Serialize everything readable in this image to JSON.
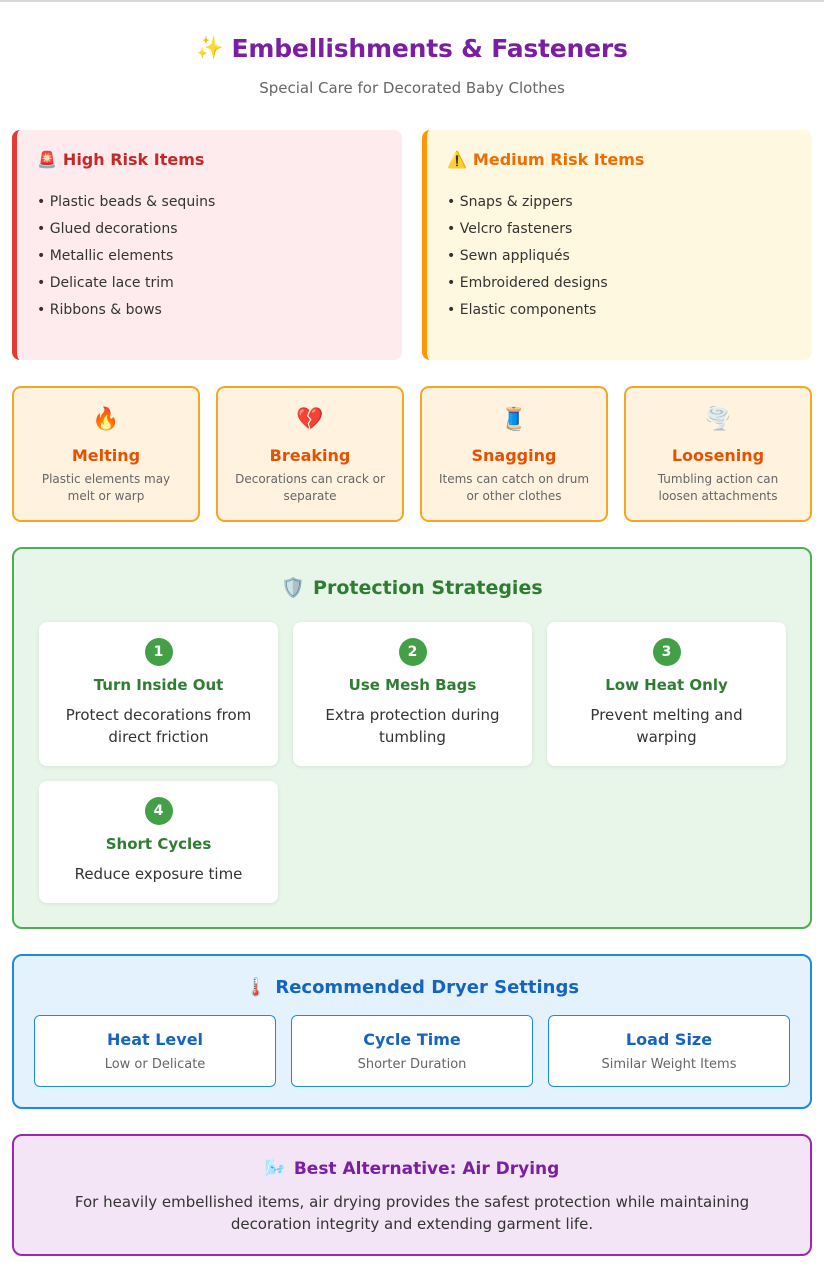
{
  "header": {
    "icon": "✨",
    "title": "Embellishments & Fasteners",
    "subtitle": "Special Care for Decorated Baby Clothes"
  },
  "risks": {
    "high": {
      "icon": "🚨",
      "title": "High Risk Items",
      "items": [
        "Plastic beads & sequins",
        "Glued decorations",
        "Metallic elements",
        "Delicate lace trim",
        "Ribbons & bows"
      ]
    },
    "medium": {
      "icon": "⚠️",
      "title": "Medium Risk Items",
      "items": [
        "Snaps & zippers",
        "Velcro fasteners",
        "Sewn appliqués",
        "Embroidered designs",
        "Elastic components"
      ]
    }
  },
  "effects": [
    {
      "icon": "🔥",
      "name": "Melting",
      "desc": "Plastic elements may melt or warp"
    },
    {
      "icon": "💔",
      "name": "Breaking",
      "desc": "Decorations can crack or separate"
    },
    {
      "icon": "🧵",
      "name": "Snagging",
      "desc": "Items can catch on drum or other clothes"
    },
    {
      "icon": "🌪️",
      "name": "Loosening",
      "desc": "Tumbling action can loosen attachments"
    }
  ],
  "strategies": {
    "icon": "🛡️",
    "title": "Protection Strategies",
    "items": [
      {
        "num": "1",
        "name": "Turn Inside Out",
        "desc": "Protect decorations from direct friction"
      },
      {
        "num": "2",
        "name": "Use Mesh Bags",
        "desc": "Extra protection during tumbling"
      },
      {
        "num": "3",
        "name": "Low Heat Only",
        "desc": "Prevent melting and warping"
      },
      {
        "num": "4",
        "name": "Short Cycles",
        "desc": "Reduce exposure time"
      }
    ]
  },
  "dryer": {
    "icon": "🌡️",
    "title": "Recommended Dryer Settings",
    "settings": [
      {
        "name": "Heat Level",
        "value": "Low or Delicate"
      },
      {
        "name": "Cycle Time",
        "value": "Shorter Duration"
      },
      {
        "name": "Load Size",
        "value": "Similar Weight Items"
      }
    ]
  },
  "alternative": {
    "icon": "🌬️",
    "title": "Best Alternative: Air Drying",
    "text": "For heavily embellished items, air drying provides the safest protection while maintaining decoration integrity and extending garment life."
  }
}
